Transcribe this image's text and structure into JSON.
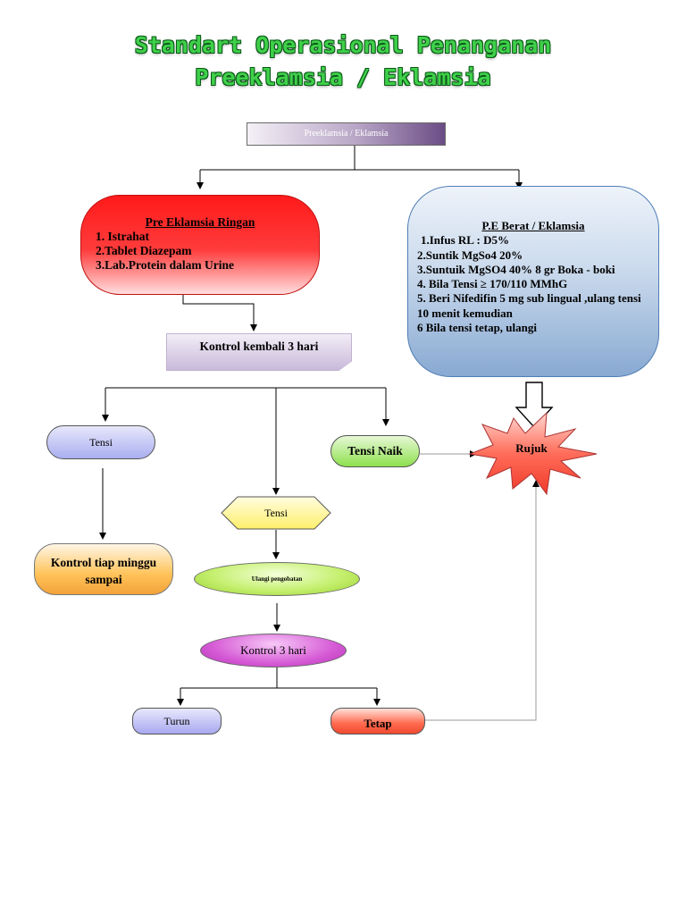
{
  "title": {
    "line1": "Standart Operasional Penanganan",
    "line2": "Preeklamsia / Eklamsia"
  },
  "nodes": {
    "top": "Preeklamsia / Eklamsia",
    "ringan": {
      "heading": "Pre Eklamsia Ringan",
      "items": [
        "1. Istrahat",
        "2.Tablet Diazepam",
        "3.Lab.Protein dalam Urine"
      ]
    },
    "berat": {
      "heading": "P.E Berat / Eklamsia",
      "items": [
        "1.Infus RL : D5%",
        "2.Suntik MgSo4 20%",
        "3.Suntuik MgSO4 40% 8 gr Boka - boki",
        "4. Bila Tensi ≥ 170/110 MMhG",
        "5. Beri Nifedifin 5 mg sub lingual ,ulang   tensi 10 menit kemudian",
        "6 Bila tensi tetap, ulangi"
      ]
    },
    "kontrol_kembali": "Kontrol kembali 3 hari",
    "tensi_left": "Tensi",
    "tensi_naik": "Tensi Naik",
    "tensi_hex": "Tensi",
    "ulangi": "Ulangi pengobatan",
    "kontrol_tiap": "Kontrol tiap minggu sampai",
    "kontrol_3": "Kontrol 3 hari",
    "turun": "Turun",
    "tetap": "Tetap",
    "rujuk": "Rujuk"
  },
  "colors": {
    "title_green": "#3fd04a",
    "ringan_red": "#ff1a1a",
    "berat_blue": "#88a9d2",
    "rujuk_star": "#f6483a"
  }
}
